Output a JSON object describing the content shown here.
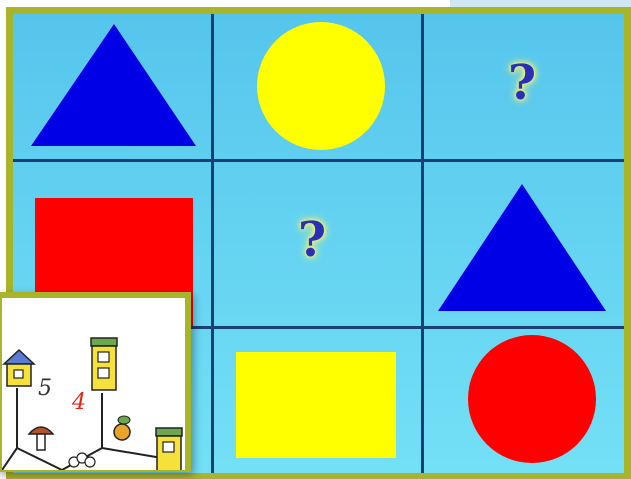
{
  "board": {
    "rows": 3,
    "cols": 3,
    "cells": [
      {
        "row": 0,
        "col": 0,
        "shape": "triangle",
        "color": "#0000e6"
      },
      {
        "row": 0,
        "col": 1,
        "shape": "circle",
        "color": "#ffff00"
      },
      {
        "row": 0,
        "col": 2,
        "shape": "question",
        "text": "?"
      },
      {
        "row": 1,
        "col": 0,
        "shape": "square",
        "color": "#ff0000"
      },
      {
        "row": 1,
        "col": 1,
        "shape": "question",
        "text": "?"
      },
      {
        "row": 1,
        "col": 2,
        "shape": "triangle",
        "color": "#0000e6"
      },
      {
        "row": 2,
        "col": 0,
        "shape": "hidden"
      },
      {
        "row": 2,
        "col": 1,
        "shape": "rectangle",
        "color": "#ffff00"
      },
      {
        "row": 2,
        "col": 2,
        "shape": "circle",
        "color": "#ff0000"
      }
    ],
    "frame_color": "#a8b52a",
    "grid_color": "#1a3f73"
  },
  "inset": {
    "numbers": [
      "5",
      "4"
    ],
    "number_colors": [
      "#333333",
      "#e0251b"
    ],
    "icons": [
      "house-icon",
      "house-icon",
      "house-icon",
      "mushroom-icon",
      "apple-icon",
      "flower-icon"
    ]
  }
}
